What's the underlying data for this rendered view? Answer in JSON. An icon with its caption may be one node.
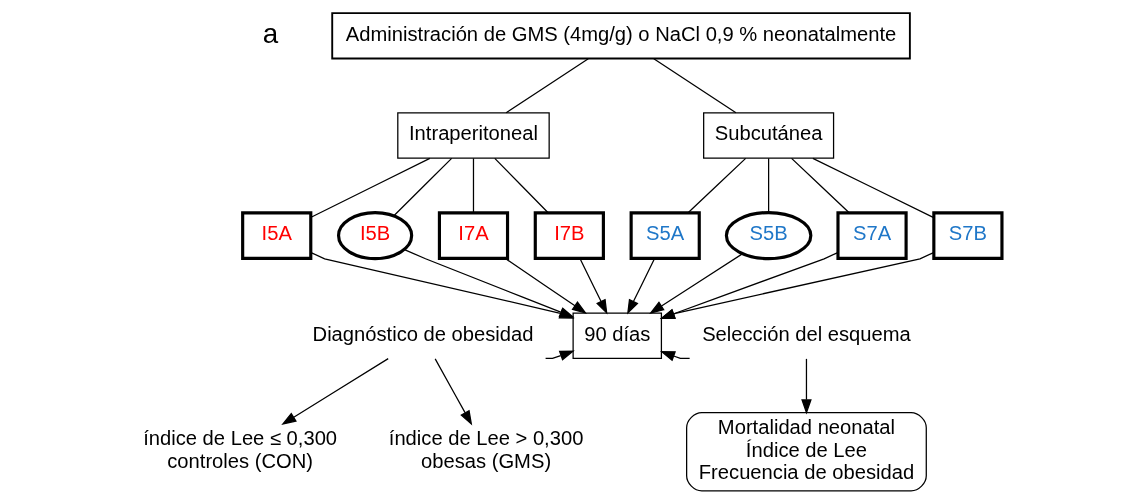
{
  "diagram": {
    "nodes": [
      {
        "text": [
          "Administración de GMS (4mg/g) o NaCl 0,9 % neonatalmente"
        ]
      },
      {
        "text": [
          "Intraperitoneal"
        ]
      },
      {
        "text": [
          "Subcutánea"
        ]
      },
      {
        "text": [
          "I5A"
        ]
      },
      {
        "text": [
          "I5B"
        ]
      },
      {
        "text": [
          "I7A"
        ]
      },
      {
        "text": [
          "I7B"
        ]
      },
      {
        "text": [
          "S5A"
        ]
      },
      {
        "text": [
          "S5B"
        ]
      },
      {
        "text": [
          "S7A"
        ]
      },
      {
        "text": [
          "S7B"
        ]
      },
      {
        "text": [
          "90 días"
        ]
      },
      {
        "text": [
          "Diagnóstico de obesidad"
        ]
      },
      {
        "text": [
          "Selección del esquema"
        ]
      },
      {
        "text": [
          "índice de Lee ≤ 0,300",
          "controles (CON)"
        ]
      },
      {
        "text": [
          "índice de Lee > 0,300",
          "obesas (GMS)"
        ]
      },
      {
        "text": [
          "Mortalidad neonatal",
          "Índice de Lee",
          "Frecuencia de obesidad"
        ]
      }
    ],
    "edges": [
      {
        "from": 0,
        "to": 1,
        "arrow": "none"
      },
      {
        "from": 0,
        "to": 2,
        "arrow": "none"
      },
      {
        "from": 1,
        "to": 3,
        "arrow": "none"
      },
      {
        "from": 1,
        "to": 4,
        "arrow": "none"
      },
      {
        "from": 1,
        "to": 5,
        "arrow": "none"
      },
      {
        "from": 1,
        "to": 6,
        "arrow": "none"
      },
      {
        "from": 2,
        "to": 7,
        "arrow": "none"
      },
      {
        "from": 2,
        "to": 8,
        "arrow": "none"
      },
      {
        "from": 2,
        "to": 9,
        "arrow": "none"
      },
      {
        "from": 2,
        "to": 10,
        "arrow": "none"
      },
      {
        "from": 3,
        "to": 11,
        "arrow": "to"
      },
      {
        "from": 4,
        "to": 11,
        "arrow": "to"
      },
      {
        "from": 5,
        "to": 11,
        "arrow": "to"
      },
      {
        "from": 6,
        "to": 11,
        "arrow": "to"
      },
      {
        "from": 7,
        "to": 11,
        "arrow": "to"
      },
      {
        "from": 8,
        "to": 11,
        "arrow": "to"
      },
      {
        "from": 9,
        "to": 11,
        "arrow": "to"
      },
      {
        "from": 10,
        "to": 11,
        "arrow": "to"
      },
      {
        "from": 12,
        "to": 11,
        "arrow": "to"
      },
      {
        "from": 13,
        "to": 11,
        "arrow": "to"
      },
      {
        "from": 12,
        "to": 14,
        "arrow": "to"
      },
      {
        "from": 12,
        "to": 15,
        "arrow": "to"
      },
      {
        "from": 13,
        "to": 16,
        "arrow": "to"
      }
    ],
    "labels": [
      "a"
    ]
  }
}
